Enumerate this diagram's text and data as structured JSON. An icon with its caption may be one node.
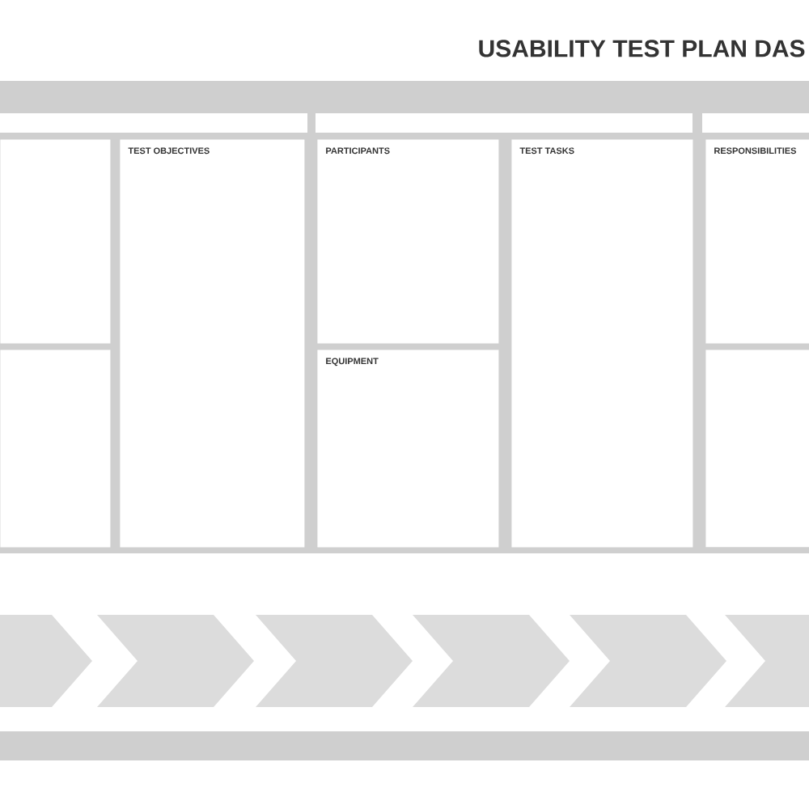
{
  "diagram": {
    "title": "USABILITY TEST PLAN DAS",
    "nodes": [
      {
        "text": [],
        "shape": "box"
      },
      {
        "text": [
          "TEST OBJECTIVES"
        ]
      },
      {
        "text": [
          "PARTICIPANTS"
        ]
      },
      {
        "text": [
          "TEST TASKS"
        ]
      },
      {
        "text": [
          "RESPONSIBILITIES"
        ]
      },
      {
        "text": [],
        "shape": "box"
      },
      {
        "text": [
          "EQUIPMENT"
        ]
      },
      {
        "text": [],
        "shape": "box"
      }
    ],
    "edges": []
  }
}
